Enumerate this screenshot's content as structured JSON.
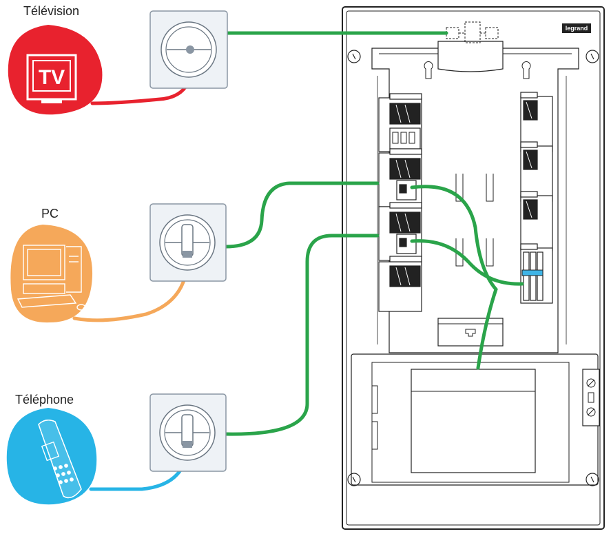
{
  "labels": {
    "television": "Télévision",
    "pc": "PC",
    "telephone": "Téléphone",
    "tv_screen": "TV"
  },
  "brand": "legrand",
  "colors": {
    "tv": "#e8222e",
    "pc": "#f5a85a",
    "phone": "#27b4e6",
    "network_cable": "#2aa44a",
    "outline": "#222222",
    "socket_plate": "#eef2f6",
    "socket_border": "#8a96a3",
    "enclosure_fill": "#ffffff"
  },
  "icons": [
    "tv-icon",
    "computer-icon",
    "phone-icon"
  ]
}
